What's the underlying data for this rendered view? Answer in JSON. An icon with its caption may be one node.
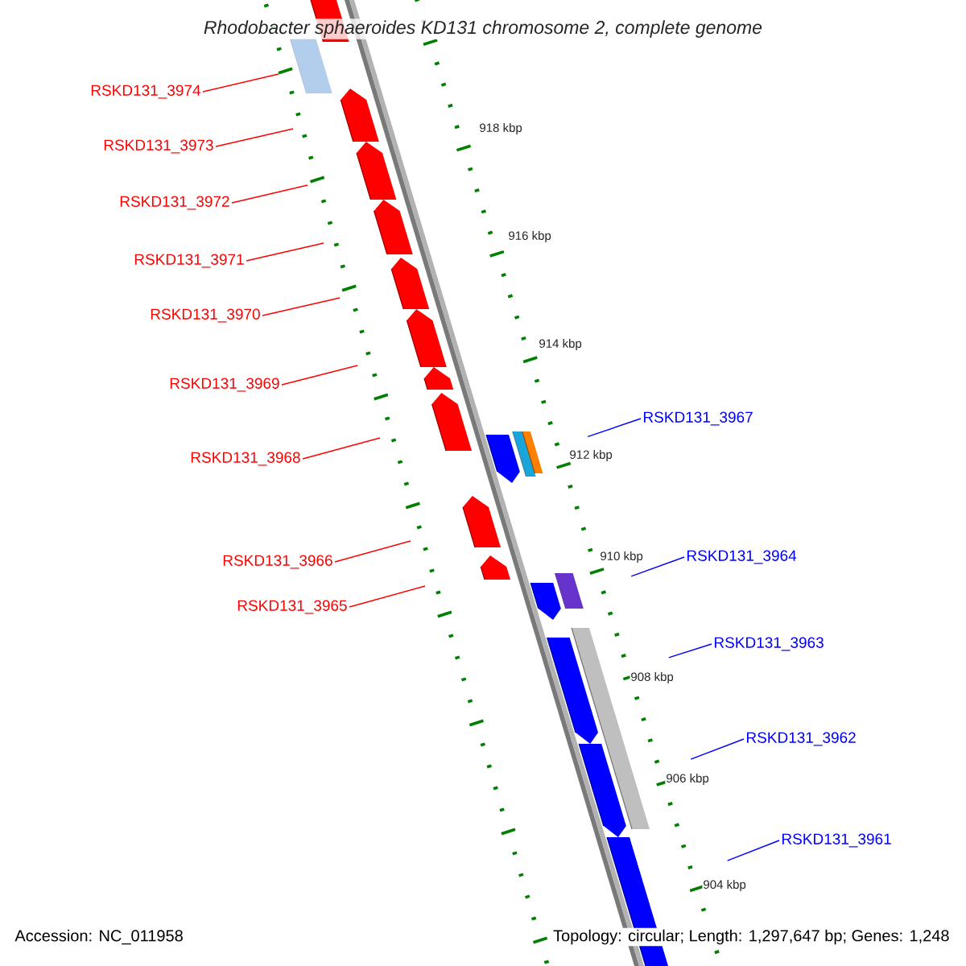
{
  "diagram": {
    "title": "*Rhodobacter sphaeroides* KD131 chromosome 2, complete genome",
    "nodes": [
      {
        "text": [
          "RSKD131_3974"
        ]
      },
      {
        "text": [
          "RSKD131_3973"
        ]
      },
      {
        "text": [
          "RSKD131_3972"
        ]
      },
      {
        "text": [
          "RSKD131_3971"
        ]
      },
      {
        "text": [
          "RSKD131_3970"
        ]
      },
      {
        "text": [
          "RSKD131_3969"
        ]
      },
      {
        "text": [
          "RSKD131_3968"
        ]
      },
      {
        "text": [
          "RSKD131_3967"
        ]
      },
      {
        "text": [
          "RSKD131_3966"
        ]
      },
      {
        "text": [
          "RSKD131_3964"
        ]
      },
      {
        "text": [
          "RSKD131_3965"
        ]
      },
      {
        "text": [
          "RSKD131_3963"
        ]
      },
      {
        "text": [
          "RSKD131_3962"
        ]
      },
      {
        "text": [
          "RSKD131_3961"
        ]
      }
    ],
    "edges": [
      {
        "from": 0,
        "to": null,
        "arrow": "none",
        "color": "#ff0000"
      },
      {
        "from": 1,
        "to": null,
        "arrow": "none",
        "color": "#ff0000"
      },
      {
        "from": 2,
        "to": null,
        "arrow": "none",
        "color": "#ff0000"
      },
      {
        "from": 3,
        "to": null,
        "arrow": "none",
        "color": "#ff0000"
      },
      {
        "from": 4,
        "to": null,
        "arrow": "none",
        "color": "#ff0000"
      },
      {
        "from": 5,
        "to": null,
        "arrow": "none",
        "color": "#ff0000"
      },
      {
        "from": 6,
        "to": null,
        "arrow": "none",
        "color": "#ff0000"
      },
      {
        "from": 7,
        "to": null,
        "arrow": "none",
        "color": "#0000ff"
      },
      {
        "from": 8,
        "to": null,
        "arrow": "none",
        "color": "#ff0000"
      },
      {
        "from": 9,
        "to": null,
        "arrow": "none",
        "color": "#0000ff"
      },
      {
        "from": 10,
        "to": null,
        "arrow": "none",
        "color": "#ff0000"
      },
      {
        "from": 11,
        "to": null,
        "arrow": "none",
        "color": "#0000ff"
      },
      {
        "from": 12,
        "to": null,
        "arrow": "none",
        "color": "#0000ff"
      },
      {
        "from": 13,
        "to": null,
        "arrow": "none",
        "color": "#0000ff"
      }
    ],
    "labels": [
      "918 kbp",
      "916 kbp",
      "914 kbp",
      "912 kbp",
      "910 kbp",
      "908 kbp",
      "906 kbp",
      "904 kbp",
      "Accession: NC_011958",
      "Topology: circular; Length: 1,297,647 bp; Genes: 1,248"
    ]
  }
}
